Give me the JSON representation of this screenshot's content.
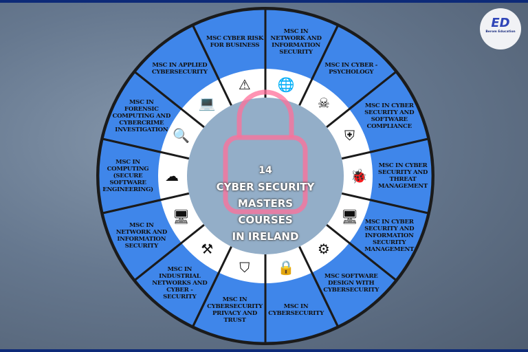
{
  "title": {
    "count": "14",
    "line1": "CYBER SECURITY MASTERS",
    "line2": "COURSES",
    "line3": "IN IRELAND"
  },
  "logo": {
    "mark": "ED",
    "text": "Berom Education"
  },
  "colors": {
    "segment": "#3f86ea",
    "divider": "#1b1b1b",
    "ring": "#ffffff",
    "center": "#93aec8",
    "glow": "#ff6f9a",
    "bar": "#0d2a78"
  },
  "courses": [
    {
      "label": "MSC IN NETWORK AND INFORMATION SECURITY",
      "icon": "globe-network-lock-icon"
    },
    {
      "label": "MSC IN CYBER - PSYCHOLOGY",
      "icon": "hacker-icon"
    },
    {
      "label": "MSC IN CYBER SECURITY AND SOFTWARE COMPLIANCE",
      "icon": "code-window-shield-icon"
    },
    {
      "label": "MSC IN CYBER SECURITY AND THREAT MANAGEMENT",
      "icon": "computer-bug-icon"
    },
    {
      "label": "MSC IN CYBER SECURITY AND INFORMATION SECURITY MANAGEMENT",
      "icon": "monitor-lock-folders-icon"
    },
    {
      "label": "MSC SOFTWARE DESIGN WITH CYBERSECURITY",
      "icon": "code-window-gear-icon"
    },
    {
      "label": "MSC IN CYBERSECURITY",
      "icon": "circuit-lock-icon"
    },
    {
      "label": "MSC IN CYBERSECURITY PRIVACY AND TRUST",
      "icon": "shield-lock-icon"
    },
    {
      "label": "MSC IN INDUSTRIAL NETWORKS AND CYBER -SECURITY",
      "icon": "robot-arm-icon"
    },
    {
      "label": "MSC IN NETWORK AND INFORMATION SECURITY",
      "icon": "monitor-lock-folders-icon"
    },
    {
      "label": "MSC  IN COMPUTING (SECURE SOFTWARE ENGINEERING)",
      "icon": "cloud-server-icon"
    },
    {
      "label": "MSC IN FORENSIC COMPUTING AND CYBERCRIME INVESTIGATION",
      "icon": "fingerprint-magnifier-icon"
    },
    {
      "label": "MSC IN APPLIED CYBERSECURITY",
      "icon": "laptop-shield-icon"
    },
    {
      "label": "MSC CYBER RISK FOR BUSINESS",
      "icon": "warning-icon"
    }
  ]
}
